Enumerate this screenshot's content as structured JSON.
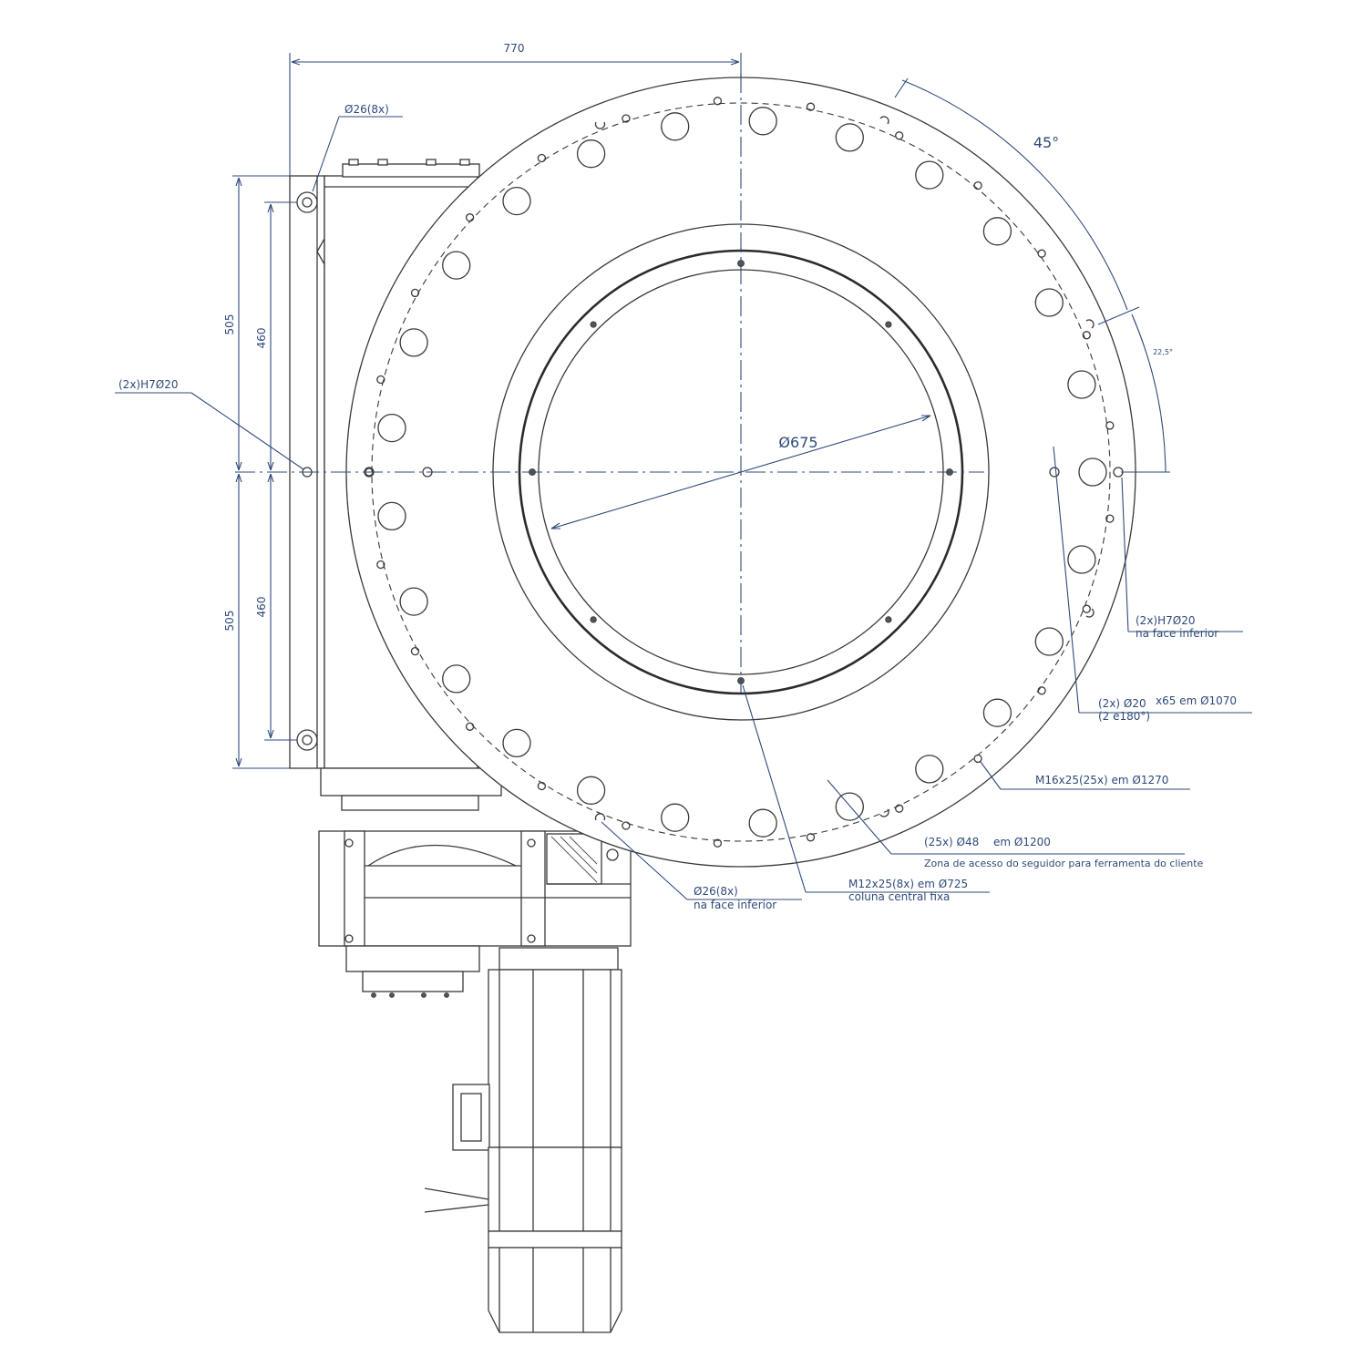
{
  "drawing": {
    "dimensions": {
      "width_top": "770",
      "height_upper_outer": "505",
      "height_lower_outer": "505",
      "height_upper_inner": "460",
      "height_lower_inner": "460",
      "angle_main": "45°",
      "angle_small": "22,5°",
      "bore_diameter": "Ø675"
    },
    "callouts": {
      "mount_holes_top": "Ø26(8x)",
      "pin_left": "(2x)H7Ø20",
      "pin_right_line1": "(2x)H7Ø20",
      "pin_right_line2": "na face inferior",
      "pin_mid_line1": "(2x) Ø20",
      "pin_mid_line2": "(2 e180°)",
      "bolt_circle_inner": "x65 em Ø1070",
      "thread_outer": "M16x25(25x) em Ø1270",
      "holes_large": "(25x) Ø48",
      "holes_large_circle": "em Ø1200",
      "access_zone": "Zona de acesso do seguidor para ferramenta do cliente",
      "mount_holes_bottom_line1": "Ø26(8x)",
      "mount_holes_bottom_line2": "na face inferior",
      "thread_center_line1": "M12x25(8x) em Ø725",
      "thread_center_line2": "coluna central fixa"
    },
    "colors": {
      "dimension": "#2f4a7a",
      "line": "#3a3a3a",
      "background": "#ffffff"
    }
  }
}
